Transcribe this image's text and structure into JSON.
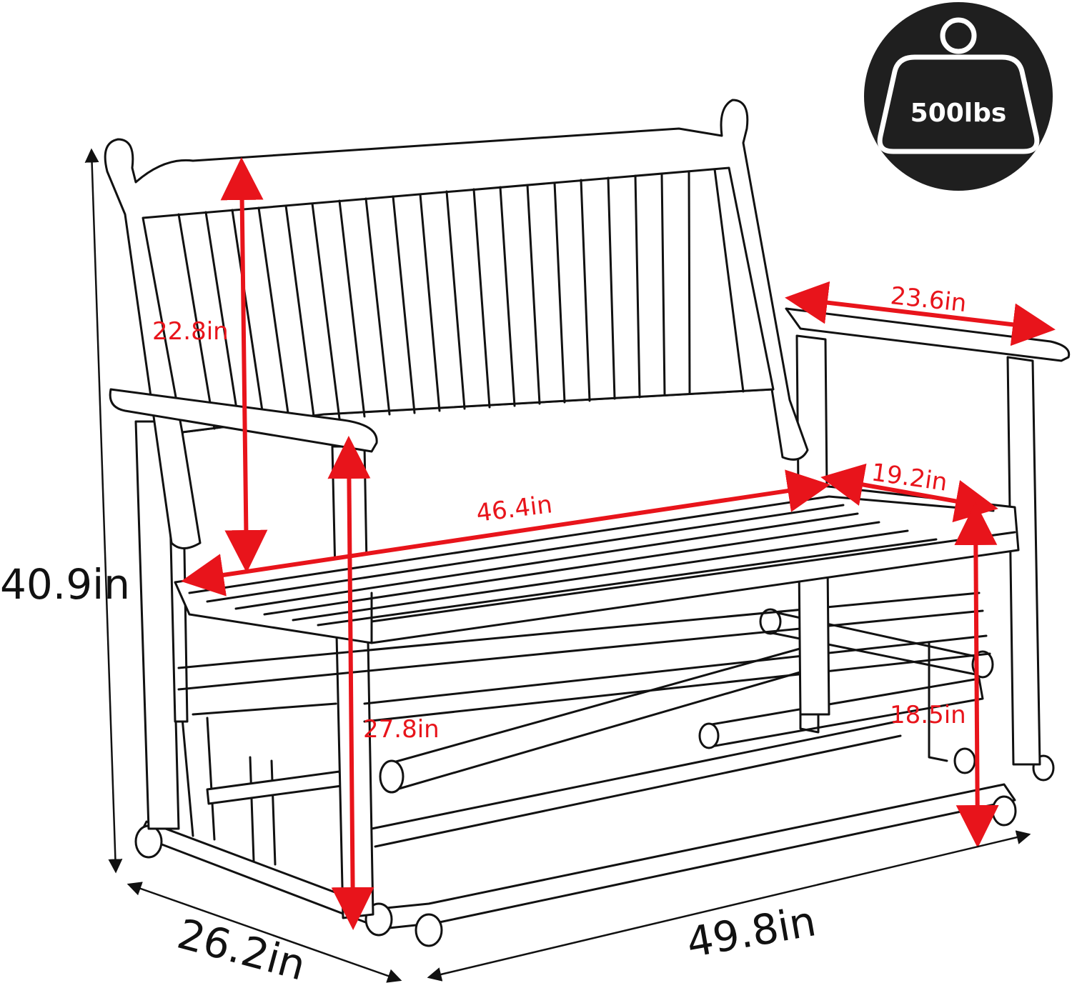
{
  "colors": {
    "dimension_red": "#e8141b",
    "outline": "#111111",
    "badge_fill": "#1f1f1f",
    "badge_icon": "#ffffff"
  },
  "icons": [
    "weight-icon"
  ],
  "capacity_badge": {
    "label": "500lbs"
  },
  "dimensions": {
    "backrest_height": "22.8in",
    "armrest_length": "23.6in",
    "seat_depth": "19.2in",
    "seat_width": "46.4in",
    "overall_height": "40.9in",
    "armrest_height": "27.8in",
    "seat_height": "18.5in",
    "overall_depth": "26.2in",
    "overall_width": "49.8in"
  }
}
